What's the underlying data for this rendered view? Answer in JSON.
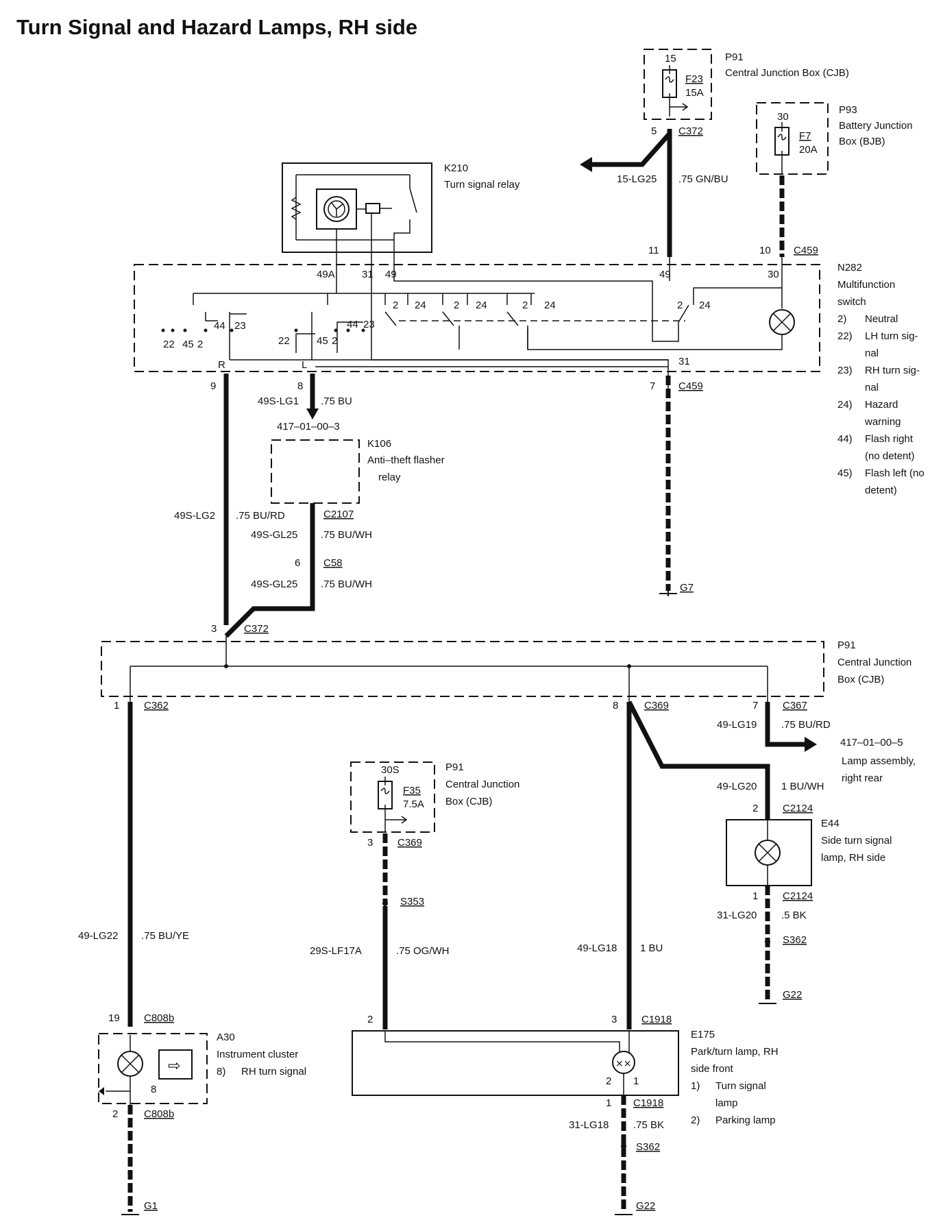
{
  "title": "Turn Signal and Hazard Lamps, RH side",
  "components": {
    "p91_top": {
      "id": "P91",
      "desc": "Central Junction Box (CJB)",
      "pin": "15",
      "fuse": "F23",
      "rating": "15A"
    },
    "p93": {
      "id": "P93",
      "desc_1": "Battery Junction",
      "desc_2": "Box (BJB)",
      "pin": "30",
      "fuse": "F7",
      "rating": "20A"
    },
    "k210": {
      "id": "K210",
      "desc": "Turn signal relay"
    },
    "n282": {
      "id": "N282",
      "desc_1": "Multifunction",
      "desc_2": "switch",
      "legend": [
        {
          "num": "2)",
          "text": "Neutral"
        },
        {
          "num": "22)",
          "text": "LH turn sig-"
        },
        {
          "num": "",
          "text": "nal"
        },
        {
          "num": "23)",
          "text": "RH turn sig-"
        },
        {
          "num": "",
          "text": "nal"
        },
        {
          "num": "24)",
          "text": "Hazard"
        },
        {
          "num": "",
          "text": "warning"
        },
        {
          "num": "44)",
          "text": "Flash right"
        },
        {
          "num": "",
          "text": "(no detent)"
        },
        {
          "num": "45)",
          "text": "Flash left (no"
        },
        {
          "num": "",
          "text": "detent)"
        }
      ]
    },
    "k106": {
      "id": "K106",
      "desc_1": "Anti–theft flasher",
      "desc_2": "relay",
      "ref": "417–01–00–3"
    },
    "p91_mid": {
      "id": "P91",
      "desc_1": "Central Junction",
      "desc_2": "Box (CJB)"
    },
    "p91_low": {
      "id": "P91",
      "desc_1": "Central Junction",
      "desc_2": "Box (CJB)",
      "pin": "30S",
      "fuse": "F35",
      "rating": "7.5A"
    },
    "e44": {
      "id": "E44",
      "desc_1": "Side turn signal",
      "desc_2": "lamp, RH side"
    },
    "e175": {
      "id": "E175",
      "desc_1": "Park/turn lamp, RH",
      "desc_2": "side front",
      "item1_num": "1)",
      "item1_a": "Turn signal",
      "item1_b": "lamp",
      "item2_num": "2)",
      "item2": "Parking lamp"
    },
    "a30": {
      "id": "A30",
      "desc": "Instrument cluster",
      "item_num": "8)",
      "item": "RH turn signal"
    },
    "lamp_rear": {
      "ref": "417–01–00–5",
      "desc_1": "Lamp assembly,",
      "desc_2": "right rear"
    }
  },
  "connectors": {
    "c372_top": {
      "pin": "5",
      "name": "C372"
    },
    "c459_a": {
      "pin_a": "11",
      "pin_b": "10",
      "name": "C459"
    },
    "c459_b": {
      "pin": "7",
      "name": "C459"
    },
    "c2107": {
      "name": "C2107"
    },
    "c58": {
      "pin": "6",
      "name": "C58"
    },
    "c372_mid": {
      "pin": "3",
      "name": "C372"
    },
    "c362": {
      "pin": "1",
      "name": "C362"
    },
    "c369_a": {
      "pin": "8",
      "name": "C369"
    },
    "c367": {
      "pin": "7",
      "name": "C367"
    },
    "c369_b": {
      "pin": "3",
      "name": "C369"
    },
    "c2124_a": {
      "pin": "2",
      "name": "C2124"
    },
    "c2124_b": {
      "pin": "1",
      "name": "C2124"
    },
    "c808b_a": {
      "pin": "19",
      "name": "C808b"
    },
    "c808b_b": {
      "pin": "2",
      "name": "C808b"
    },
    "c1918_a": {
      "pin_a": "2",
      "pin_b": "3",
      "name": "C1918"
    },
    "c1918_b": {
      "pin": "1",
      "name": "C1918"
    }
  },
  "wires": {
    "w_15lg25": {
      "circuit": "15-LG25",
      "spec": ".75 GN/BU"
    },
    "w_49slg1": {
      "circuit": "49S-LG1",
      "spec": ".75 BU"
    },
    "w_49slg2": {
      "circuit": "49S-LG2",
      "spec": ".75 BU/RD"
    },
    "w_49sgl25_a": {
      "circuit": "49S-GL25",
      "spec": ".75 BU/WH"
    },
    "w_49sgl25_b": {
      "circuit": "49S-GL25",
      "spec": ".75 BU/WH"
    },
    "w_49lg19": {
      "circuit": "49-LG19",
      "spec": ".75 BU/RD"
    },
    "w_49lg20": {
      "circuit": "49-LG20",
      "spec": "1 BU/WH"
    },
    "w_31lg20": {
      "circuit": "31-LG20",
      "spec": ".5 BK"
    },
    "w_49lg22": {
      "circuit": "49-LG22",
      "spec": ".75 BU/YE"
    },
    "w_29slf17a": {
      "circuit": "29S-LF17A",
      "spec": ".75 OG/WH"
    },
    "w_49lg18": {
      "circuit": "49-LG18",
      "spec": "1 BU"
    },
    "w_31lg18": {
      "circuit": "31-LG18",
      "spec": ".75 BK"
    }
  },
  "splices": {
    "s353": "S353",
    "s362_a": "S362",
    "s362_b": "S362"
  },
  "grounds": {
    "g7": "G7",
    "g22_a": "G22",
    "g1": "G1",
    "g22_b": "G22"
  },
  "switch_terminals": {
    "t49a": "49A",
    "t31": "31",
    "t49": "49",
    "t49b": "49",
    "t30": "30",
    "t2a": "2",
    "t24a": "24",
    "t2b": "2",
    "t24b": "24",
    "t2c": "2",
    "t24c": "24",
    "t2d": "2",
    "t24d": "24",
    "t22a": "22",
    "t45a": "45",
    "t2e": "2",
    "t44a": "44",
    "t23a": "23",
    "t22b": "22",
    "t45b": "45",
    "t2f": "2",
    "t44b": "44",
    "t23b": "23",
    "r": "R",
    "l": "L",
    "p9": "9",
    "p8": "8",
    "p31": "31"
  },
  "misc": {
    "a30_pin8": "8",
    "e175_pin2": "2",
    "e175_pin1": "1"
  }
}
